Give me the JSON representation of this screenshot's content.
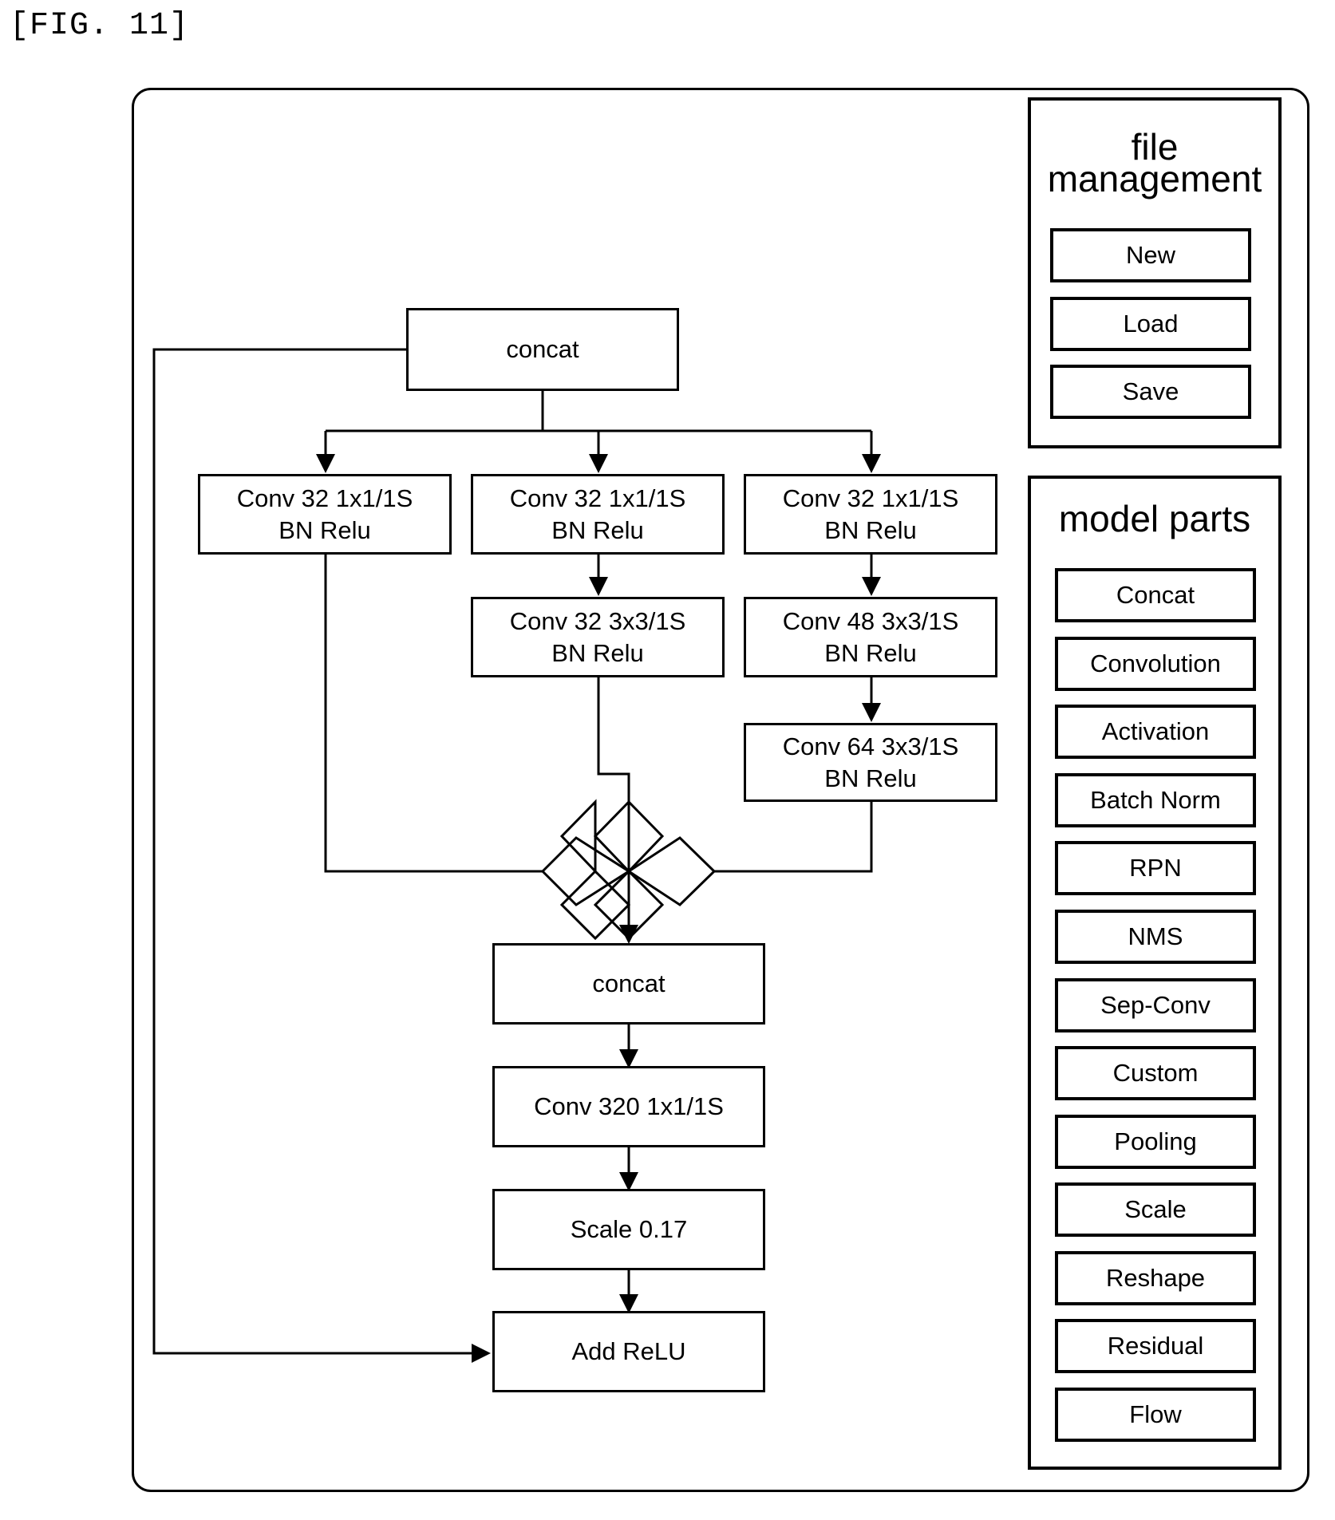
{
  "figure_label": "[FIG. 11]",
  "diagram": {
    "top_concat": "concat",
    "branch1_conv": {
      "line1": "Conv 32 1x1/1S",
      "line2": "BN Relu"
    },
    "branch2_conv1": {
      "line1": "Conv 32 1x1/1S",
      "line2": "BN Relu"
    },
    "branch2_conv2": {
      "line1": "Conv 32 3x3/1S",
      "line2": "BN Relu"
    },
    "branch3_conv1": {
      "line1": "Conv 32 1x1/1S",
      "line2": "BN Relu"
    },
    "branch3_conv2": {
      "line1": "Conv 48 3x3/1S",
      "line2": "BN Relu"
    },
    "branch3_conv3": {
      "line1": "Conv 64 3x3/1S",
      "line2": "BN Relu"
    },
    "bottom_concat": "concat",
    "conv_320": "Conv 320 1x1/1S",
    "scale": "Scale 0.17",
    "add_relu": "Add ReLU"
  },
  "file_management": {
    "title_line1": "file",
    "title_line2": "management",
    "buttons": [
      "New",
      "Load",
      "Save"
    ]
  },
  "model_parts": {
    "title": "model parts",
    "buttons": [
      "Concat",
      "Convolution",
      "Activation",
      "Batch Norm",
      "RPN",
      "NMS",
      "Sep-Conv",
      "Custom",
      "Pooling",
      "Scale",
      "Reshape",
      "Residual",
      "Flow"
    ]
  }
}
